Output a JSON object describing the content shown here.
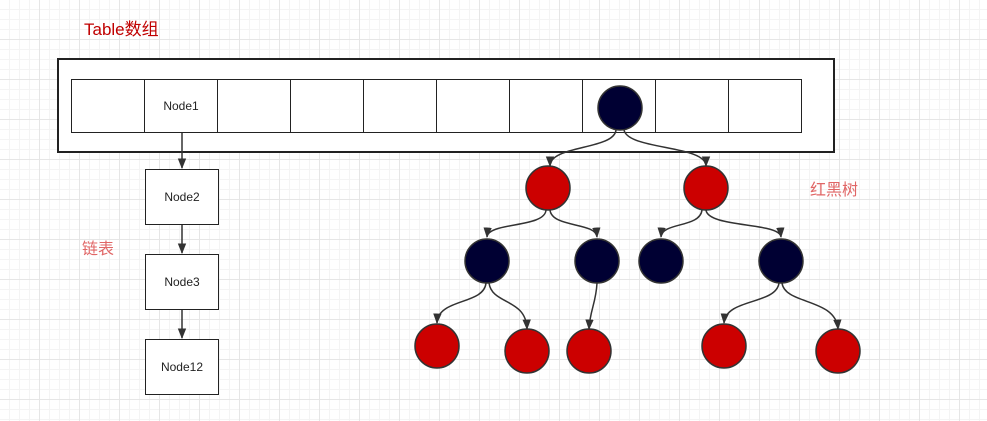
{
  "labels": {
    "table": "Table数组",
    "linked_list": "链表",
    "red_black_tree": "红黑树"
  },
  "array_cells": [
    "",
    "Node1",
    "",
    "",
    "",
    "",
    "",
    "",
    "",
    ""
  ],
  "list_nodes": [
    "Node2",
    "Node3",
    "Node12"
  ],
  "colors": {
    "black_node": "#000033",
    "red_node": "#cc0000",
    "stroke": "#333333",
    "title_text": "#c00000",
    "label_text": "#e06666"
  }
}
